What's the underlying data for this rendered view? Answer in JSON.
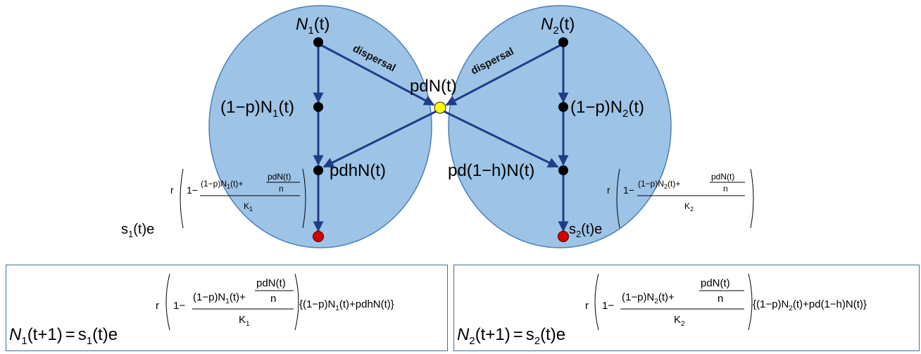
{
  "colors": {
    "ellipse_fill": "#9dc3e6",
    "ellipse_stroke": "#4d7fb5",
    "arrow": "#1f3c88",
    "node_black": "#000000",
    "node_yellow": "#ffff00",
    "node_red": "#d40000",
    "box_border": "#3f6f9e"
  },
  "nodes": {
    "n1": {
      "main": "N",
      "sub": "1",
      "tail": "(t)"
    },
    "n2": {
      "main": "N",
      "sub": "2",
      "tail": "(t)"
    },
    "center": "pdN(t)",
    "left_mid": {
      "pre": "(1−p)N",
      "sub": "1",
      "tail": "(t)"
    },
    "right_mid": {
      "pre": "(1−p)N",
      "sub": "2",
      "tail": "(t)"
    },
    "left_low": "pdhN(t)",
    "right_low": "pd(1−h)N(t)"
  },
  "edges": {
    "dispersal_left": "dispersal",
    "dispersal_right": "dispersal"
  },
  "survival": {
    "left": {
      "s": "s",
      "sub": "1",
      "t": "(t)e",
      "r": "r",
      "one_minus": "1−",
      "num_a": "(1−p)N",
      "num_a_sub": "1",
      "num_b": "(t)+",
      "frac_num": "pdN(t)",
      "frac_den": "n",
      "den": "K",
      "den_sub": "1"
    },
    "right": {
      "s": "s",
      "sub": "2",
      "t": "(t)e",
      "r": "r",
      "one_minus": "1−",
      "num_a": "(1−p)N",
      "num_a_sub": "2",
      "num_b": "(t)+",
      "frac_num": "pdN(t)",
      "frac_den": "n",
      "den": "K",
      "den_sub": "2"
    }
  },
  "equations": {
    "left": {
      "lhs_main": "N",
      "lhs_sub": "1",
      "lhs_tail": "(t+1)",
      "eq": "=",
      "s": "s",
      "s_sub": "1",
      "s_tail": "(t)e",
      "r": "r",
      "one_minus": "1−",
      "num_a": "(1−p)N",
      "num_a_sub": "1",
      "num_b": "(t)+",
      "frac_num": "pdN(t)",
      "frac_den": "n",
      "den": "K",
      "den_sub": "1",
      "brace_a": "{(1−p)N",
      "brace_sub": "1",
      "brace_b": "(t)+pdhN(t)}"
    },
    "right": {
      "lhs_main": "N",
      "lhs_sub": "2",
      "lhs_tail": "(t+1)",
      "eq": "=",
      "s": "s",
      "s_sub": "2",
      "s_tail": "(t)e",
      "r": "r",
      "one_minus": "1−",
      "num_a": "(1−p)N",
      "num_a_sub": "2",
      "num_b": "(t)+",
      "frac_num": "pdN(t)",
      "frac_den": "n",
      "den": "K",
      "den_sub": "2",
      "brace_a": "{(1−p)N",
      "brace_sub": "2",
      "brace_b": "(t)+pd(1−h)N(t)}"
    }
  }
}
